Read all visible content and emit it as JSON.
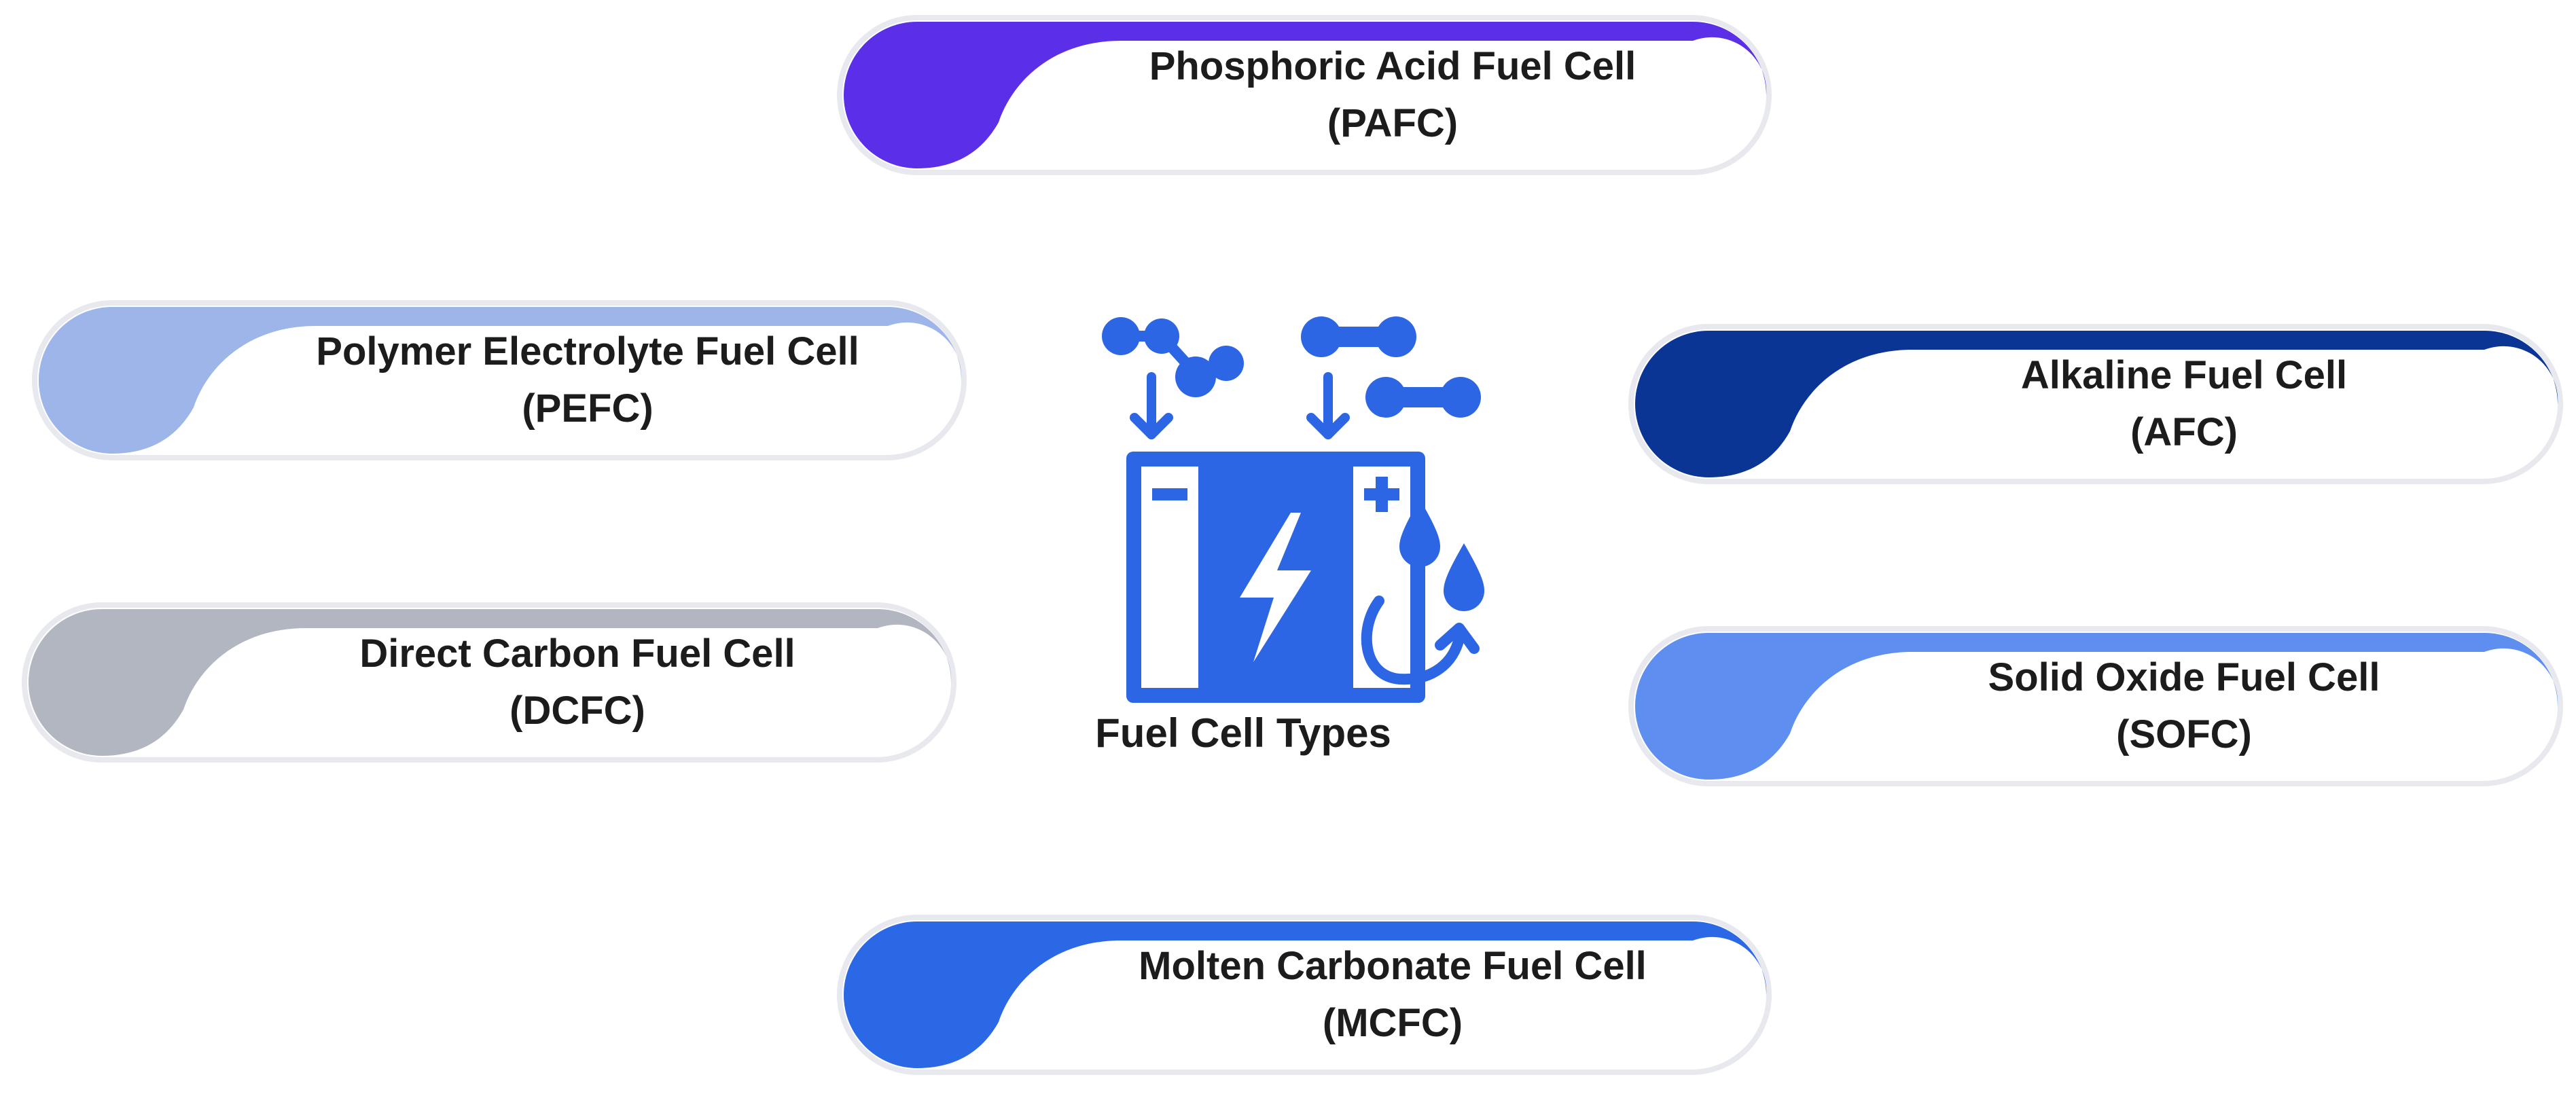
{
  "diagram": {
    "center_title": "Fuel Cell Types",
    "center_icon": "fuel-cell-battery-icon",
    "accent_colors": {
      "PAFC": "#5b2ee8",
      "PEFC": "#9db5e8",
      "DCFC": "#b2b6c0",
      "AFC": "#0b3595",
      "SOFC": "#5e8ff0",
      "MCFC": "#2b68e6",
      "icon": "#2c66e4"
    },
    "nodes": [
      {
        "key": "pafc",
        "name": "Phosphoric Acid Fuel Cell",
        "abbr": "(PAFC)"
      },
      {
        "key": "pefc",
        "name": "Polymer Electrolyte Fuel Cell",
        "abbr": "(PEFC)"
      },
      {
        "key": "dcfc",
        "name": "Direct Carbon Fuel Cell",
        "abbr": "(DCFC)"
      },
      {
        "key": "afc",
        "name": "Alkaline Fuel Cell",
        "abbr": "(AFC)"
      },
      {
        "key": "sofc",
        "name": "Solid Oxide Fuel Cell",
        "abbr": "(SOFC)"
      },
      {
        "key": "mcfc",
        "name": "Molten Carbonate Fuel Cell",
        "abbr": "(MCFC)"
      }
    ]
  }
}
